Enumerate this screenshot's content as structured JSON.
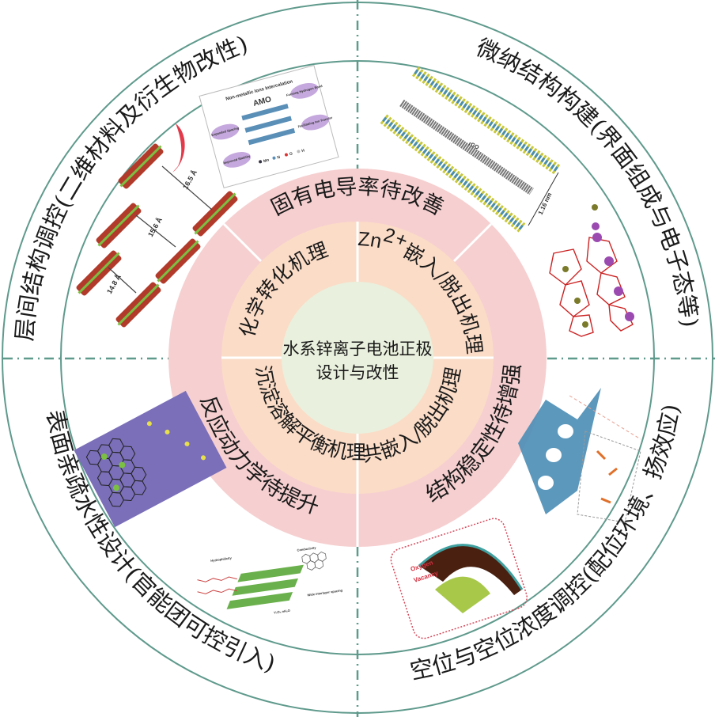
{
  "center": {
    "title_line1": "水系锌离子电池正极",
    "title_line2": "设计与改性"
  },
  "mechanisms": [
    {
      "id": "chemical-conversion",
      "label": "化学转化机理"
    },
    {
      "id": "zn-insertion",
      "label_prefix": "Zn",
      "label_sup": "2+",
      "label": "嵌入/脱出机理"
    },
    {
      "id": "dissolution-deposition",
      "label": "沉淀溶解平衡机理"
    },
    {
      "id": "co-insertion",
      "label": "共嵌入/脱出机理"
    }
  ],
  "challenges": [
    {
      "id": "conductivity",
      "label": "固有电导率待改善"
    },
    {
      "id": "kinetics",
      "label": "反应动力学待提升"
    },
    {
      "id": "stability",
      "label": "结构稳定性待增强"
    }
  ],
  "strategies": [
    {
      "id": "interlayer",
      "label": "层间结构调控(二维材料及衍生物改性)"
    },
    {
      "id": "micro-nano",
      "label": "微纳结构构建(界面组成与电子态等)"
    },
    {
      "id": "surface-wettability",
      "label": "表面亲疏水性设计(官能团可控引入)"
    },
    {
      "id": "vacancy",
      "label": "空位与空位浓度调控(配位环境、扬效应)"
    }
  ],
  "figures": {
    "interlayer_spacings": [
      "14.8 Å",
      "15.6 Å",
      "16.5 Å"
    ],
    "amo_panel": {
      "title": "Non-metallic Ions Intercalation",
      "center_label": "AMO",
      "bubbles": [
        "Expanded Spacing",
        "Forming Hydrogen Bond",
        "Facilitating Ion Transfer",
        "Improved Stability"
      ],
      "legend": [
        "Mn",
        "N",
        "O",
        "H"
      ]
    },
    "micro_nano": {
      "rgo_label": "rGO",
      "spacing_label": "1.16 nm"
    },
    "vacancy_panel": {
      "label_line1": "Oxygen",
      "label_line2": "Vacancy"
    },
    "surface_panel": {
      "labels": [
        "Hydrophilicity",
        "Conductivity",
        "Wide interlayer spacing",
        "V₂O₅ nH₂O"
      ]
    }
  },
  "colors": {
    "ring_stroke": "#5f9a8c",
    "pink": "#f6cfd0",
    "peach": "#fbdcc7",
    "center": "#e9f0dd",
    "divider": "#ffffff"
  }
}
